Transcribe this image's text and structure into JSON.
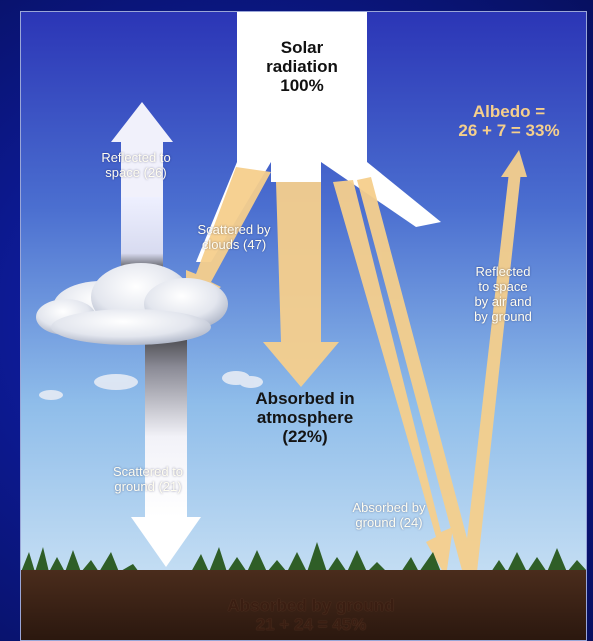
{
  "solar": {
    "line1": "Solar",
    "line2": "radiation",
    "line3": "100%"
  },
  "albedo": {
    "line1": "Albedo =",
    "line2": "26 + 7 = 33%"
  },
  "reflected_space": {
    "line1": "Reflected to",
    "line2": "space (26)"
  },
  "scattered_clouds": {
    "line1": "Scattered by",
    "line2": "clouds (47)"
  },
  "reflected_air": {
    "line1": "Reflected",
    "line2": "to space",
    "line3": "by air and",
    "line4": "by ground"
  },
  "absorbed_atm": {
    "line1": "Absorbed in",
    "line2": "atmosphere",
    "line3": "(22%)"
  },
  "scattered_ground": {
    "line1": "Scattered to",
    "line2": "ground (21)"
  },
  "absorbed_by_ground_arrow": {
    "line1": "Absorbed by",
    "line2": "ground (24)"
  },
  "ground_total": {
    "line1": "Absorbed by ground",
    "line2": "21 + 24 = 45%"
  },
  "colors": {
    "sky_top": "#2a36b8",
    "sky_bottom": "#b8d8f4",
    "arrow": "#f6d089",
    "soil": "#3a2418",
    "solar_band": "#ffffff"
  }
}
